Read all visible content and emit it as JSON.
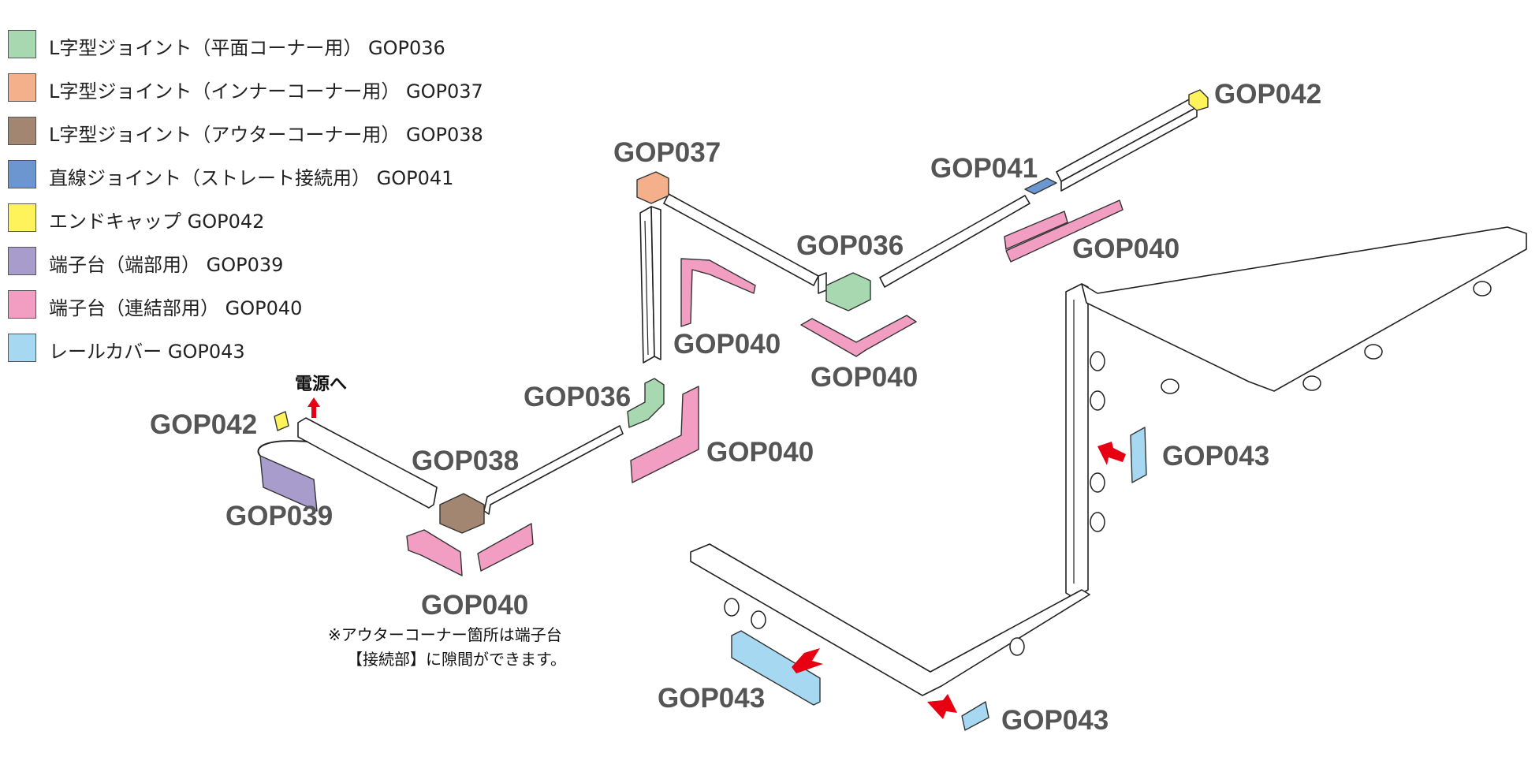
{
  "legend": [
    {
      "label": "L字型ジョイント（平面コーナー用） GOP036",
      "color": "#a8d8b0"
    },
    {
      "label": "L字型ジョイント（インナーコーナー用） GOP037",
      "color": "#f4b08a"
    },
    {
      "label": "L字型ジョイント（アウターコーナー用） GOP038",
      "color": "#a38672"
    },
    {
      "label": "直線ジョイント（ストレート接続用） GOP041",
      "color": "#6b96d0"
    },
    {
      "label": "エンドキャップ GOP042",
      "color": "#fff35c"
    },
    {
      "label": "端子台（端部用） GOP039",
      "color": "#a89ccc"
    },
    {
      "label": "端子台（連結部用） GOP040",
      "color": "#f29ec2"
    },
    {
      "label": "レールカバー GOP043",
      "color": "#a6d8f2"
    }
  ],
  "labels": {
    "gop042_top": "GOP042",
    "gop037": "GOP037",
    "gop041": "GOP041",
    "gop036_mid": "GOP036",
    "gop040_right": "GOP040",
    "gop040_vertical": "GOP040",
    "gop040_mid": "GOP040",
    "gop036_left": "GOP036",
    "gop040_center": "GOP040",
    "gop042_left": "GOP042",
    "gop038": "GOP038",
    "gop039": "GOP039",
    "gop040_bottom": "GOP040",
    "gop043_right": "GOP043",
    "gop043_bottom_left": "GOP043",
    "gop043_bottom": "GOP043",
    "power_label": "電源へ"
  },
  "note": {
    "line1": "※アウターコーナー箇所は端子台",
    "line2": "【接続部】に隙間ができます。"
  },
  "colors": {
    "arrow": "#e60012",
    "label_text": "#555555"
  }
}
